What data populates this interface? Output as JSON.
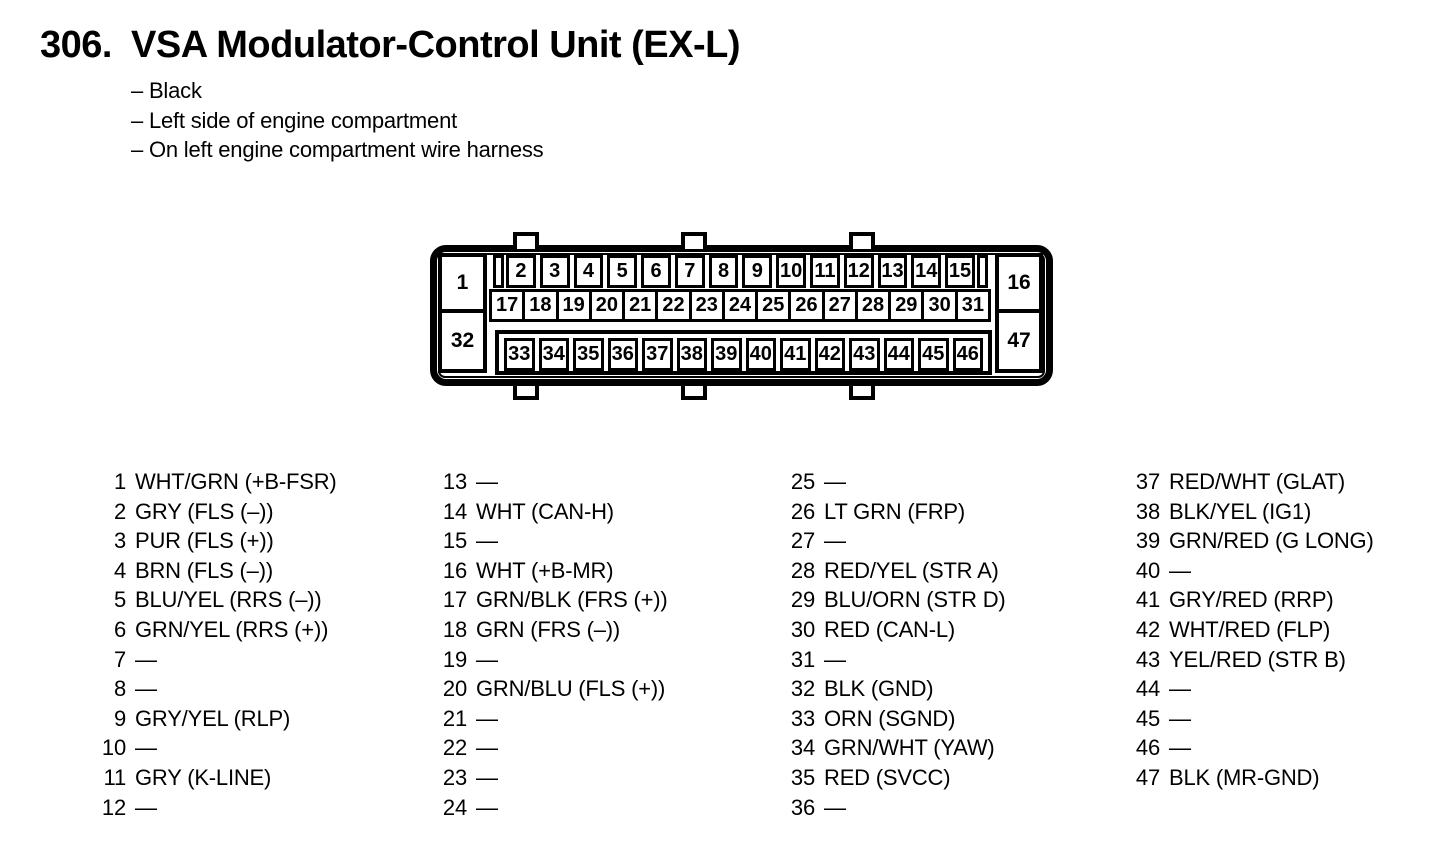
{
  "page": {
    "section_number": "306.",
    "title": "VSA Modulator-Control Unit (EX-L)",
    "notes": [
      "– Black",
      "– Left side of engine compartment",
      "– On left engine compartment wire harness"
    ]
  },
  "connector": {
    "corner_pins": {
      "top_left": "1",
      "top_right": "16",
      "bottom_left": "32",
      "bottom_right": "47"
    },
    "top_row": [
      "2",
      "3",
      "4",
      "5",
      "6",
      "7",
      "8",
      "9",
      "10",
      "11",
      "12",
      "13",
      "14",
      "15"
    ],
    "middle_row": [
      "17",
      "18",
      "19",
      "20",
      "21",
      "22",
      "23",
      "24",
      "25",
      "26",
      "27",
      "28",
      "29",
      "30",
      "31"
    ],
    "bottom_row": [
      "33",
      "34",
      "35",
      "36",
      "37",
      "38",
      "39",
      "40",
      "41",
      "42",
      "43",
      "44",
      "45",
      "46"
    ]
  },
  "pin_list": {
    "columns": [
      {
        "pins": [
          {
            "num": "1",
            "label": "WHT/GRN (+B-FSR)"
          },
          {
            "num": "2",
            "label": "GRY (FLS (–))"
          },
          {
            "num": "3",
            "label": "PUR (FLS (+))"
          },
          {
            "num": "4",
            "label": "BRN (FLS (–))"
          },
          {
            "num": "5",
            "label": "BLU/YEL (RRS (–))"
          },
          {
            "num": "6",
            "label": "GRN/YEL (RRS (+))"
          },
          {
            "num": "7",
            "label": "—"
          },
          {
            "num": "8",
            "label": "—"
          },
          {
            "num": "9",
            "label": "GRY/YEL (RLP)"
          },
          {
            "num": "10",
            "label": "—"
          },
          {
            "num": "11",
            "label": "GRY (K-LINE)"
          },
          {
            "num": "12",
            "label": "—"
          }
        ]
      },
      {
        "pins": [
          {
            "num": "13",
            "label": "—"
          },
          {
            "num": "14",
            "label": "WHT (CAN-H)"
          },
          {
            "num": "15",
            "label": "—"
          },
          {
            "num": "16",
            "label": "WHT (+B-MR)"
          },
          {
            "num": "17",
            "label": "GRN/BLK (FRS (+))"
          },
          {
            "num": "18",
            "label": "GRN (FRS (–))"
          },
          {
            "num": "19",
            "label": "—"
          },
          {
            "num": "20",
            "label": "GRN/BLU (FLS (+))"
          },
          {
            "num": "21",
            "label": "—"
          },
          {
            "num": "22",
            "label": "—"
          },
          {
            "num": "23",
            "label": "—"
          },
          {
            "num": "24",
            "label": "—"
          }
        ]
      },
      {
        "pins": [
          {
            "num": "25",
            "label": "—"
          },
          {
            "num": "26",
            "label": "LT GRN (FRP)"
          },
          {
            "num": "27",
            "label": "—"
          },
          {
            "num": "28",
            "label": "RED/YEL (STR A)"
          },
          {
            "num": "29",
            "label": "BLU/ORN (STR D)"
          },
          {
            "num": "30",
            "label": "RED (CAN-L)"
          },
          {
            "num": "31",
            "label": "—"
          },
          {
            "num": "32",
            "label": "BLK (GND)"
          },
          {
            "num": "33",
            "label": "ORN (SGND)"
          },
          {
            "num": "34",
            "label": "GRN/WHT (YAW)"
          },
          {
            "num": "35",
            "label": "RED (SVCC)"
          },
          {
            "num": "36",
            "label": "—"
          }
        ]
      },
      {
        "pins": [
          {
            "num": "37",
            "label": "RED/WHT (GLAT)"
          },
          {
            "num": "38",
            "label": "BLK/YEL (IG1)"
          },
          {
            "num": "39",
            "label": "GRN/RED (G LONG)"
          },
          {
            "num": "40",
            "label": "—"
          },
          {
            "num": "41",
            "label": "GRY/RED (RRP)"
          },
          {
            "num": "42",
            "label": "WHT/RED (FLP)"
          },
          {
            "num": "43",
            "label": "YEL/RED (STR B)"
          },
          {
            "num": "44",
            "label": "—"
          },
          {
            "num": "45",
            "label": "—"
          },
          {
            "num": "46",
            "label": "—"
          },
          {
            "num": "47",
            "label": "BLK (MR-GND)"
          }
        ]
      }
    ]
  }
}
